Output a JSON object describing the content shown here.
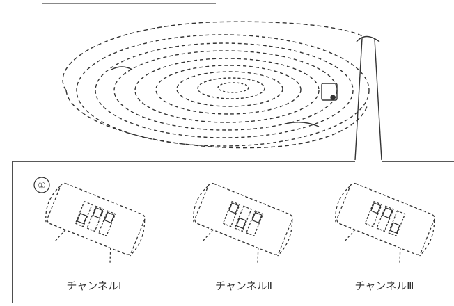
{
  "figure": {
    "step_marker": "①",
    "channels": [
      {
        "label": "チャンネルⅠ"
      },
      {
        "label": "チャンネルⅡ"
      },
      {
        "label": "チャンネルⅢ"
      }
    ]
  }
}
